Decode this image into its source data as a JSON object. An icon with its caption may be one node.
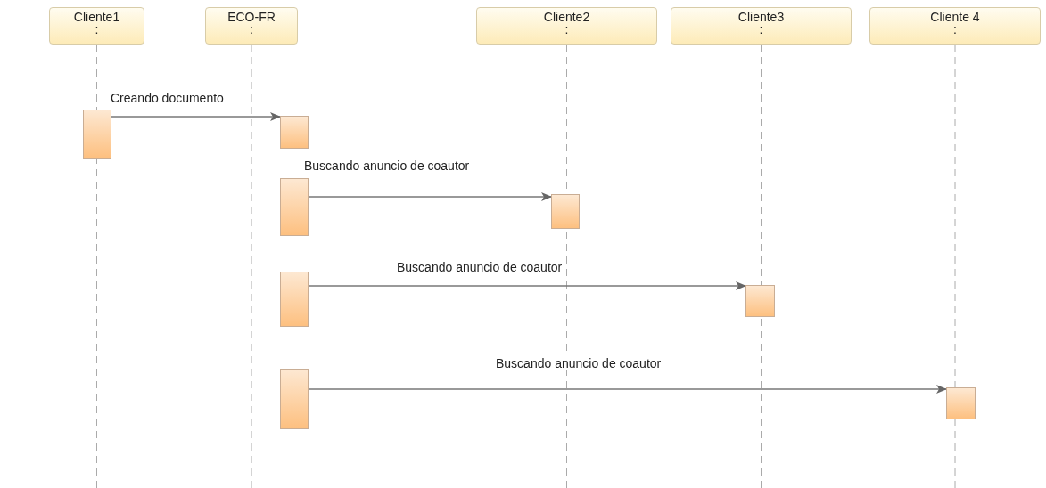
{
  "diagram": {
    "nodes": [
      {
        "text": [
          "Cliente1",
          ":"
        ]
      },
      {
        "text": [
          "ECO-FR",
          ":"
        ]
      },
      {
        "text": [
          "Cliente2",
          ":"
        ]
      },
      {
        "text": [
          "Cliente3",
          ":"
        ]
      },
      {
        "text": [
          "Cliente 4",
          ":"
        ]
      },
      {
        "text": [],
        "shape": "bar"
      },
      {
        "text": [],
        "shape": "bar"
      },
      {
        "text": [],
        "shape": "bar"
      },
      {
        "text": [],
        "shape": "bar"
      },
      {
        "text": [],
        "shape": "bar"
      },
      {
        "text": [],
        "shape": "bar"
      },
      {
        "text": [],
        "shape": "bar"
      },
      {
        "text": [],
        "shape": "bar"
      }
    ],
    "edges": [
      {
        "from": 5,
        "to": 6,
        "arrow": "to",
        "label": "Creando documento"
      },
      {
        "from": 7,
        "to": 8,
        "arrow": "to",
        "label": "Buscando anuncio de coautor"
      },
      {
        "from": 9,
        "to": 10,
        "arrow": "to",
        "label": "Buscando anuncio de coautor"
      },
      {
        "from": 11,
        "to": 12,
        "arrow": "to",
        "label": "Buscando anuncio de coautor"
      }
    ]
  }
}
